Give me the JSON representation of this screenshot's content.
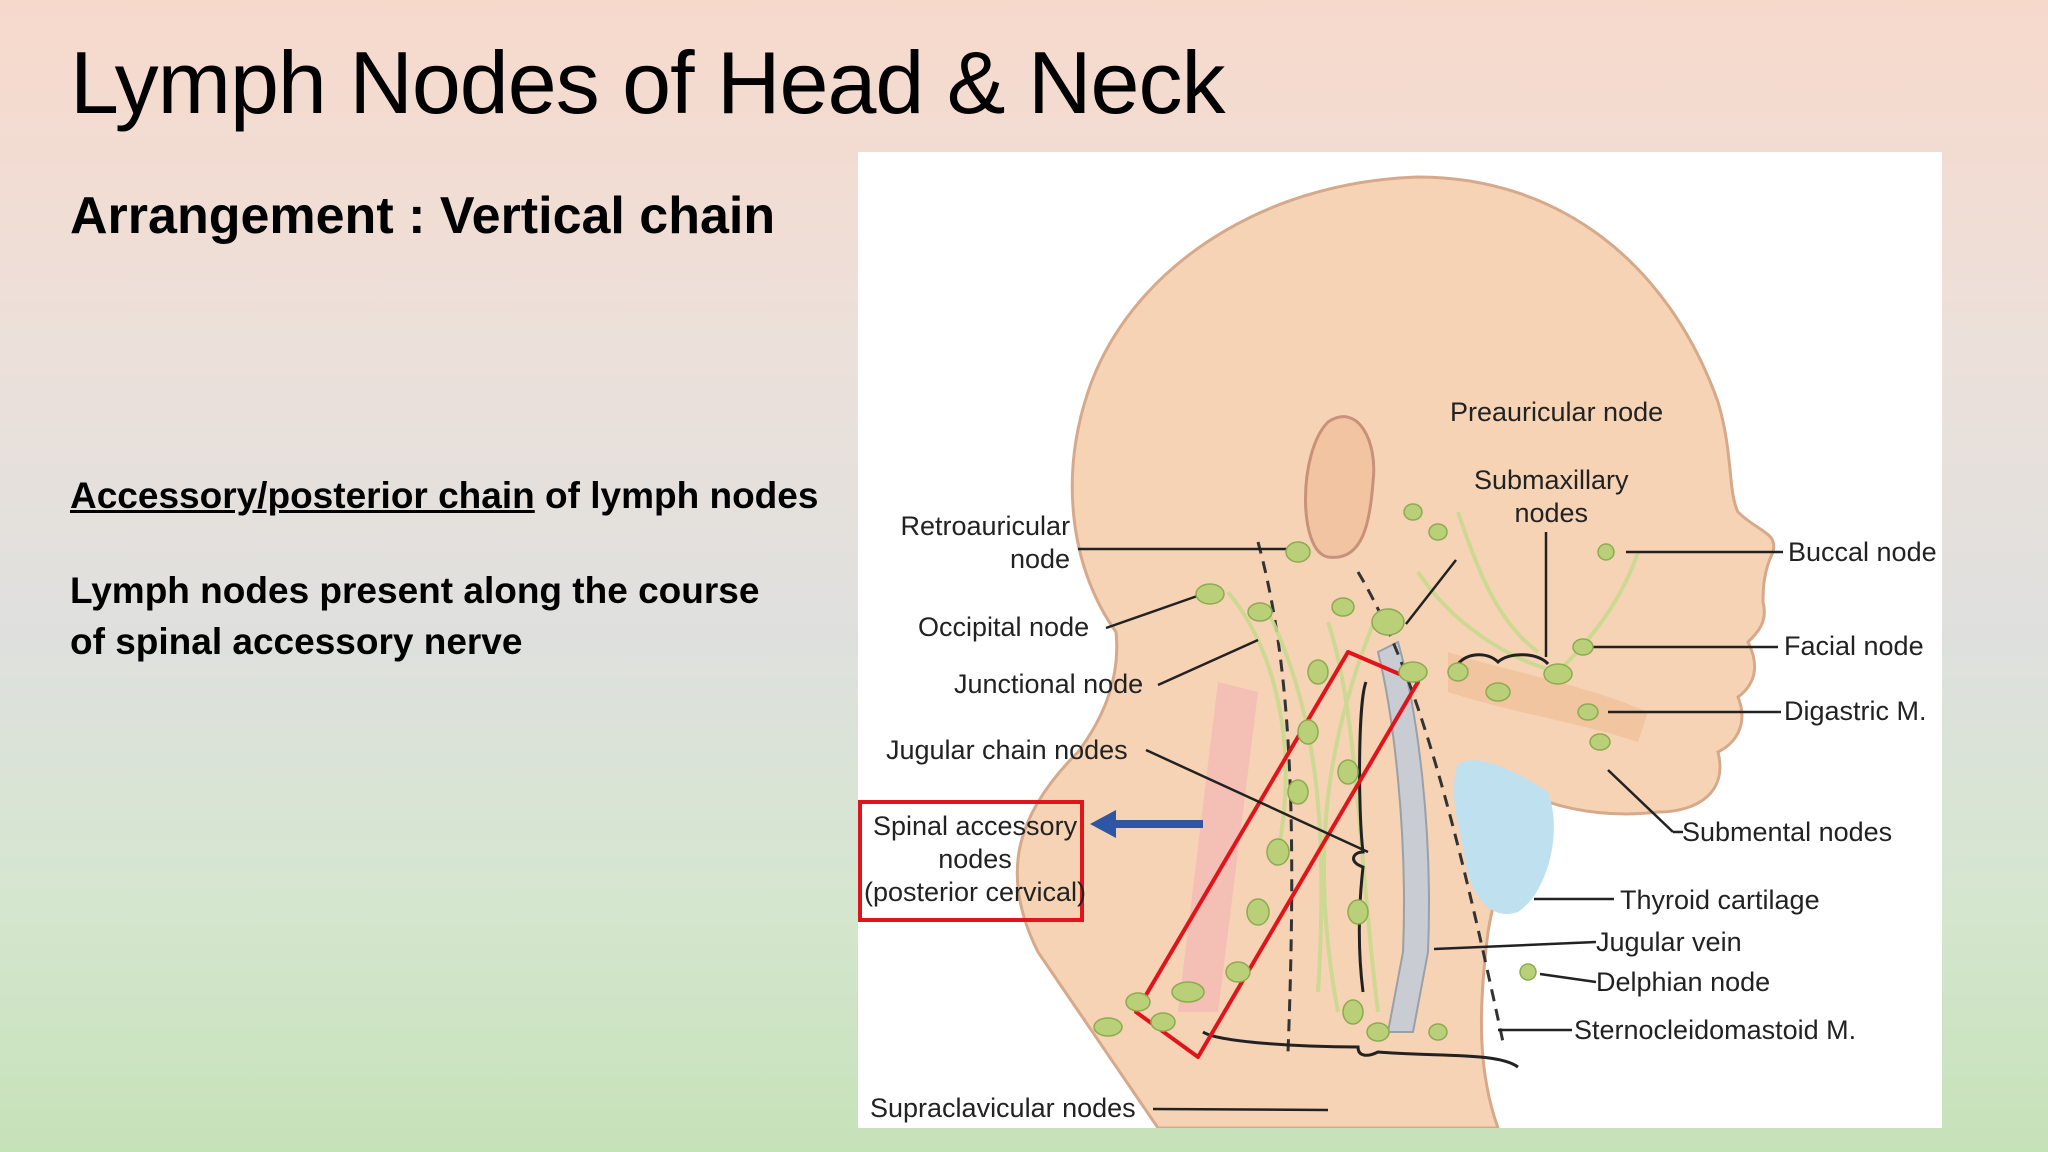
{
  "slide": {
    "title": "Lymph Nodes of Head & Neck",
    "subtitle": "Arrangement : Vertical chain",
    "chain_heading_underlined": "Accessory/posterior chain",
    "chain_heading_rest": " of lymph nodes",
    "description_line1": "Lymph nodes present along the course",
    "description_line2": "of spinal accessory nerve"
  },
  "figure": {
    "labels": {
      "preauricular": "Preauricular node",
      "submaxillary_1": "Submaxillary",
      "submaxillary_2": "nodes",
      "retroauricular_1": "Retroauricular",
      "retroauricular_2": "node",
      "buccal": "Buccal node",
      "occipital": "Occipital node",
      "facial": "Facial node",
      "junctional": "Junctional node",
      "digastric": "Digastric M.",
      "jugular_chain": "Jugular chain nodes",
      "spinal_1": "Spinal accessory",
      "spinal_2": "nodes",
      "spinal_3": "(posterior cervical)",
      "submental": "Submental nodes",
      "thyroid": "Thyroid cartilage",
      "jugular_vein": "Jugular vein",
      "delphian": "Delphian node",
      "sternocleidomastoid": "Sternocleidomastoid M.",
      "supraclavicular": "Supraclavicular nodes"
    },
    "colors": {
      "skin": "#f6d3b5",
      "skin_outline": "#d6a98a",
      "node": "#b9d079",
      "vessel": "#c9ccd2",
      "thyroid": "#bfe0ef",
      "highlight": "#e0141a",
      "arrow": "#2e56a4"
    }
  }
}
